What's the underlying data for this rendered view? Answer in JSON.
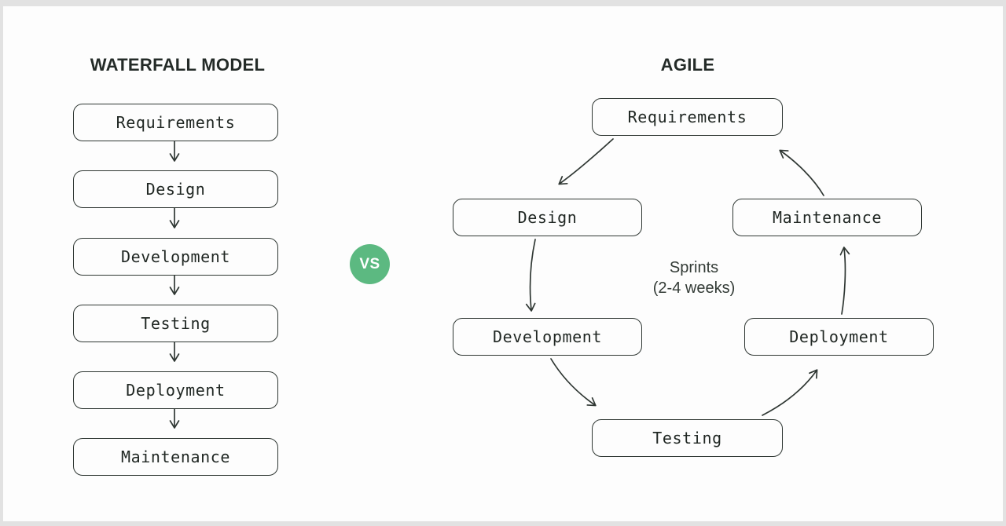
{
  "frame": {
    "border_color": "#e2e2e2",
    "page_bg": "#fdfdfd"
  },
  "colors": {
    "box_border": "#2f3733",
    "box_text": "#202723",
    "title_text": "#242b28",
    "arrow_stroke": "#2f3733",
    "vs_green": "#5cb981",
    "vs_text": "#ffffff"
  },
  "waterfall": {
    "title": "WATERFALL MODEL",
    "steps": [
      "Requirements",
      "Design",
      "Development",
      "Testing",
      "Deployment",
      "Maintenance"
    ]
  },
  "vs_badge": {
    "label": "VS"
  },
  "agile": {
    "title": "AGILE",
    "steps": [
      "Requirements",
      "Design",
      "Development",
      "Testing",
      "Deployment",
      "Maintenance"
    ],
    "sprint_note": {
      "line1": "Sprints",
      "line2": "(2-4 weeks)"
    }
  }
}
